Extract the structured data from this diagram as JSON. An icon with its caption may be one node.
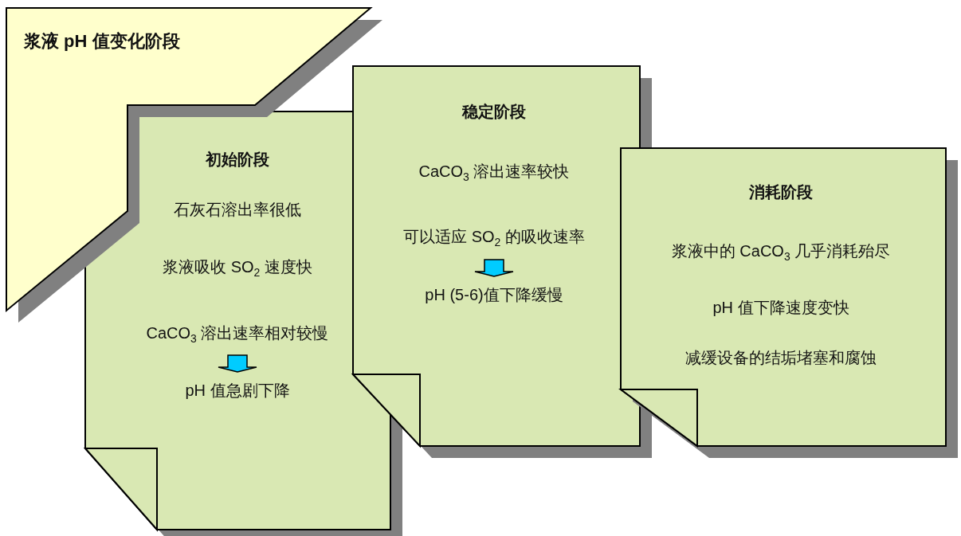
{
  "diagram": {
    "nodes": [
      {
        "text": [
          "浆液 pH 值变化阶段"
        ]
      },
      {
        "text": [
          "初始阶段",
          "石灰石溶出率很低",
          "浆液吸收 SO$_{2}$ 速度快",
          "CaCO$_{3}$ 溶出速率相对较慢",
          "pH 值急剧下降"
        ]
      },
      {
        "text": [
          "稳定阶段",
          "CaCO$_{3}$ 溶出速率较快",
          "可以适应 SO$_{2}$ 的吸收速率",
          "pH (5-6)值下降缓慢"
        ]
      },
      {
        "text": [
          "消耗阶段",
          "浆液中的 CaCO$_{3}$ 几乎消耗殆尽",
          "pH 值下降速度变快",
          "减缓设备的结垢堵塞和腐蚀"
        ]
      }
    ]
  }
}
